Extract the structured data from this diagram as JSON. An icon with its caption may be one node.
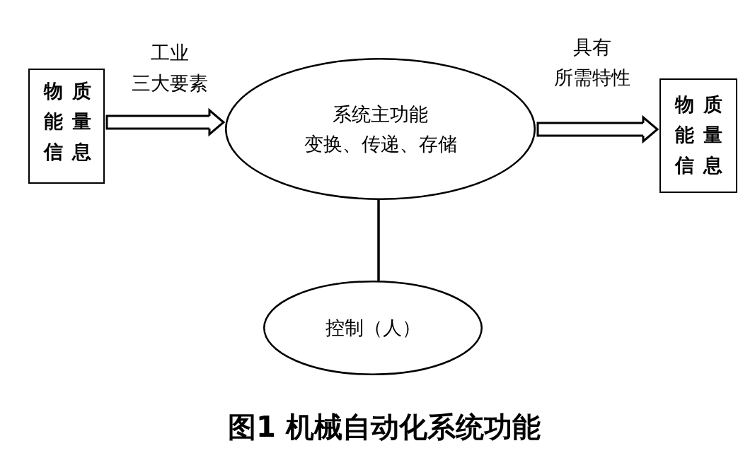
{
  "diagram": {
    "caption": "图1 机械自动化系统功能",
    "nodes": [
      {
        "text": [
          "物质能量信息"
        ]
      },
      {
        "text": [
          "系统主功能",
          "变换、传递、存储"
        ]
      },
      {
        "text": [
          "物质能量信息"
        ]
      },
      {
        "text": [
          "控制（人）"
        ]
      }
    ],
    "edges": [
      {
        "from": 0,
        "to": 1,
        "arrow": "to",
        "label": "工业三大要素"
      },
      {
        "from": 1,
        "to": 2,
        "arrow": "to",
        "label": "具有所需特性"
      },
      {
        "from": 1,
        "to": 3,
        "arrow": "none"
      }
    ]
  }
}
